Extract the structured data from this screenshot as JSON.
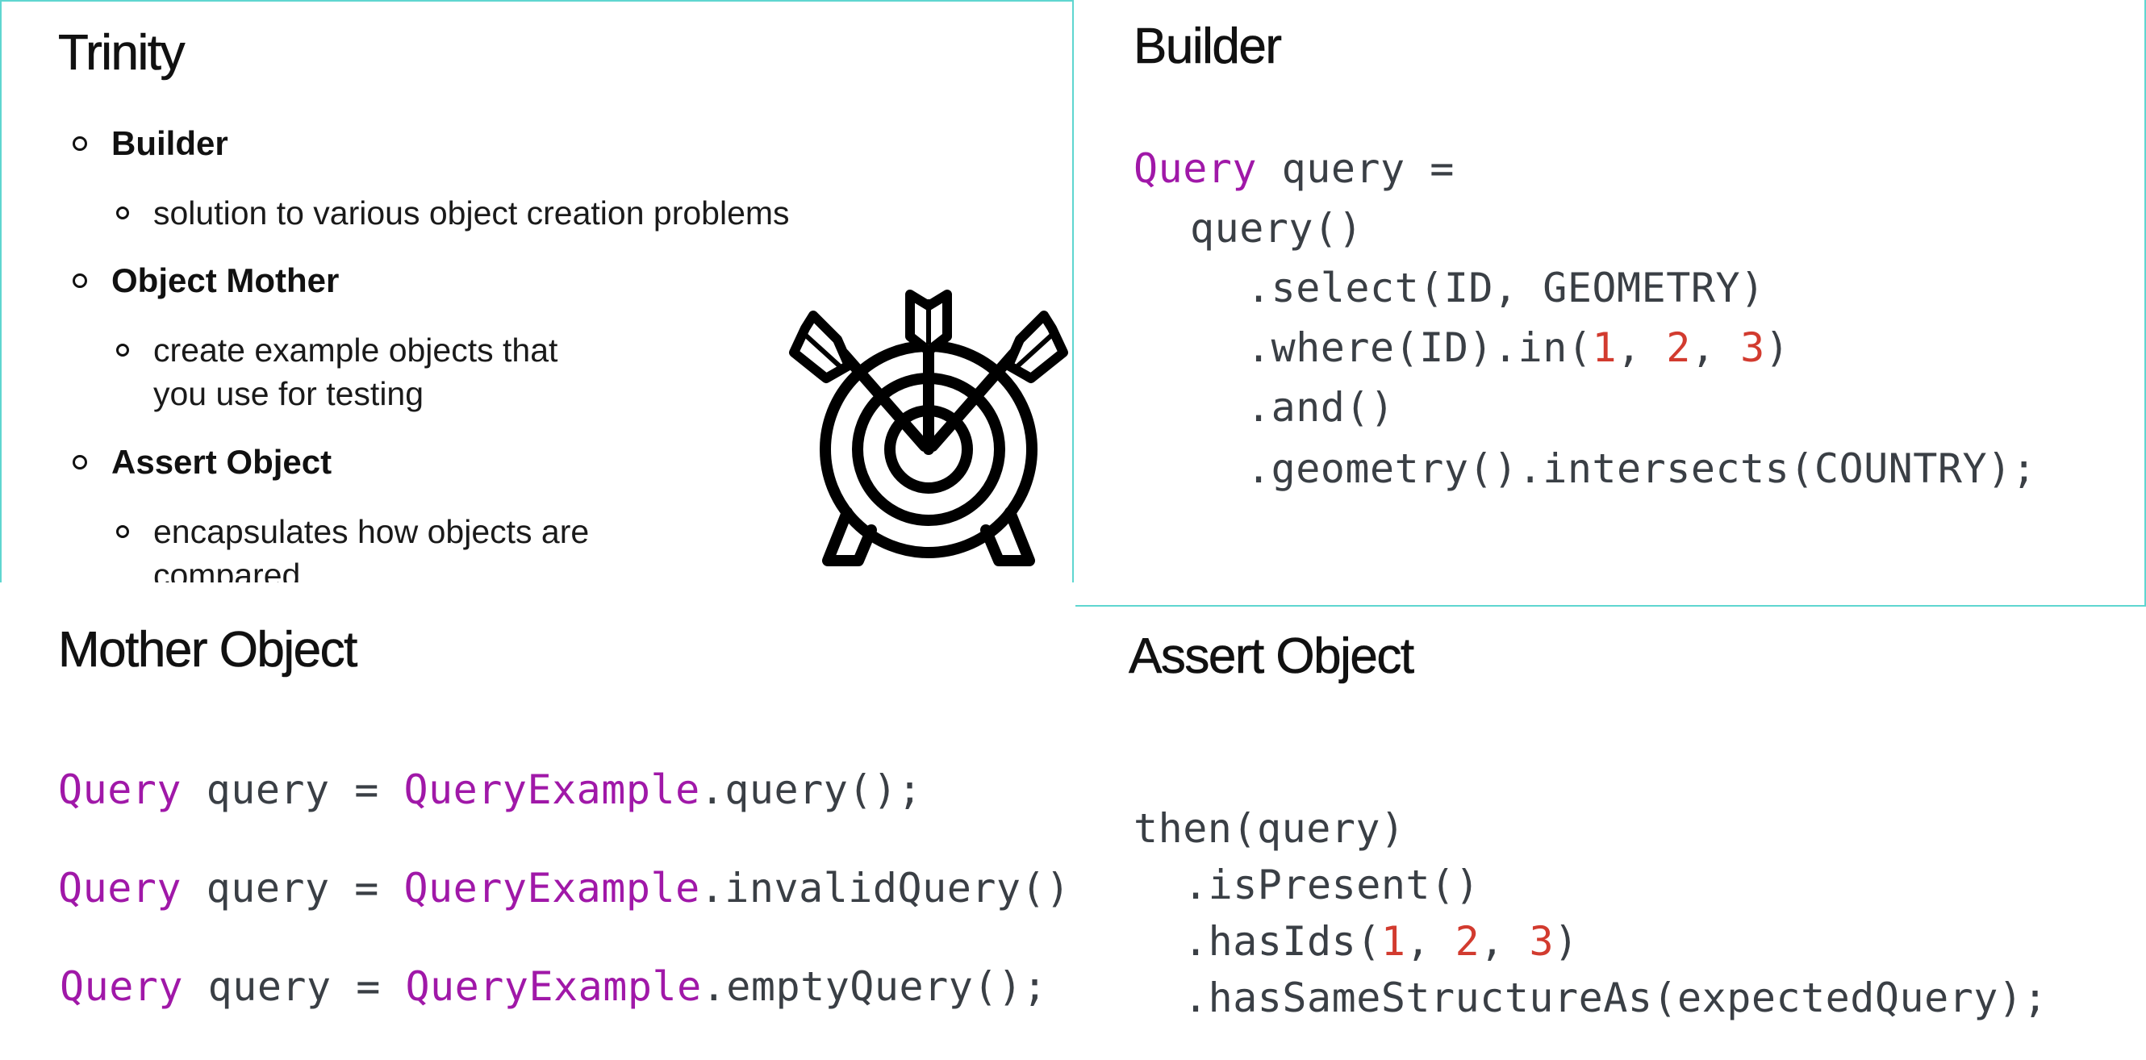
{
  "trinity": {
    "title": "Trinity",
    "items": [
      {
        "label": "Builder",
        "sub": [
          "solution to various object creation problems"
        ]
      },
      {
        "label": "Object Mother",
        "sub": [
          "create example objects that",
          "you use for testing"
        ]
      },
      {
        "label": "Assert Object",
        "sub": [
          "encapsulates how objects are",
          "compared"
        ]
      }
    ],
    "icon": "target-arrows-icon"
  },
  "builder": {
    "title": "Builder",
    "code": {
      "l1_kw": "Query",
      "l1_rest": " query =",
      "l2": "query()",
      "l3": ".select(ID, GEOMETRY)",
      "l4_a": ".where(ID).in(",
      "l4_n1": "1",
      "l4_sep1": ", ",
      "l4_n2": "2",
      "l4_sep2": ", ",
      "l4_n3": "3",
      "l4_end": ")",
      "l5": ".and()",
      "l6": ".geometry().intersects(COUNTRY);"
    }
  },
  "mother": {
    "title": "Mother Object",
    "lines": [
      {
        "kw1": "Query",
        "mid": " query = ",
        "kw2": "QueryExample",
        "rest": ".query();"
      },
      {
        "kw1": "Query",
        "mid": " query = ",
        "kw2": "QueryExample",
        "rest": ".invalidQuery();"
      },
      {
        "kw1": "Query",
        "mid": " query = ",
        "kw2": "QueryExample",
        "rest": ".emptyQuery();"
      }
    ]
  },
  "assert": {
    "title": "Assert Object",
    "code": {
      "l1": "then(query)",
      "l2": ".isPresent()",
      "l3_a": ".hasIds(",
      "l3_n1": "1",
      "l3_sep1": ", ",
      "l3_n2": "2",
      "l3_sep2": ", ",
      "l3_n3": "3",
      "l3_end": ")",
      "l4": ".hasSameStructureAs(expectedQuery);"
    }
  },
  "colors": {
    "keyword": "#a018a8",
    "number": "#d23b2f",
    "code_text": "#3a3f45",
    "accent_border": "#5fd6d0"
  }
}
